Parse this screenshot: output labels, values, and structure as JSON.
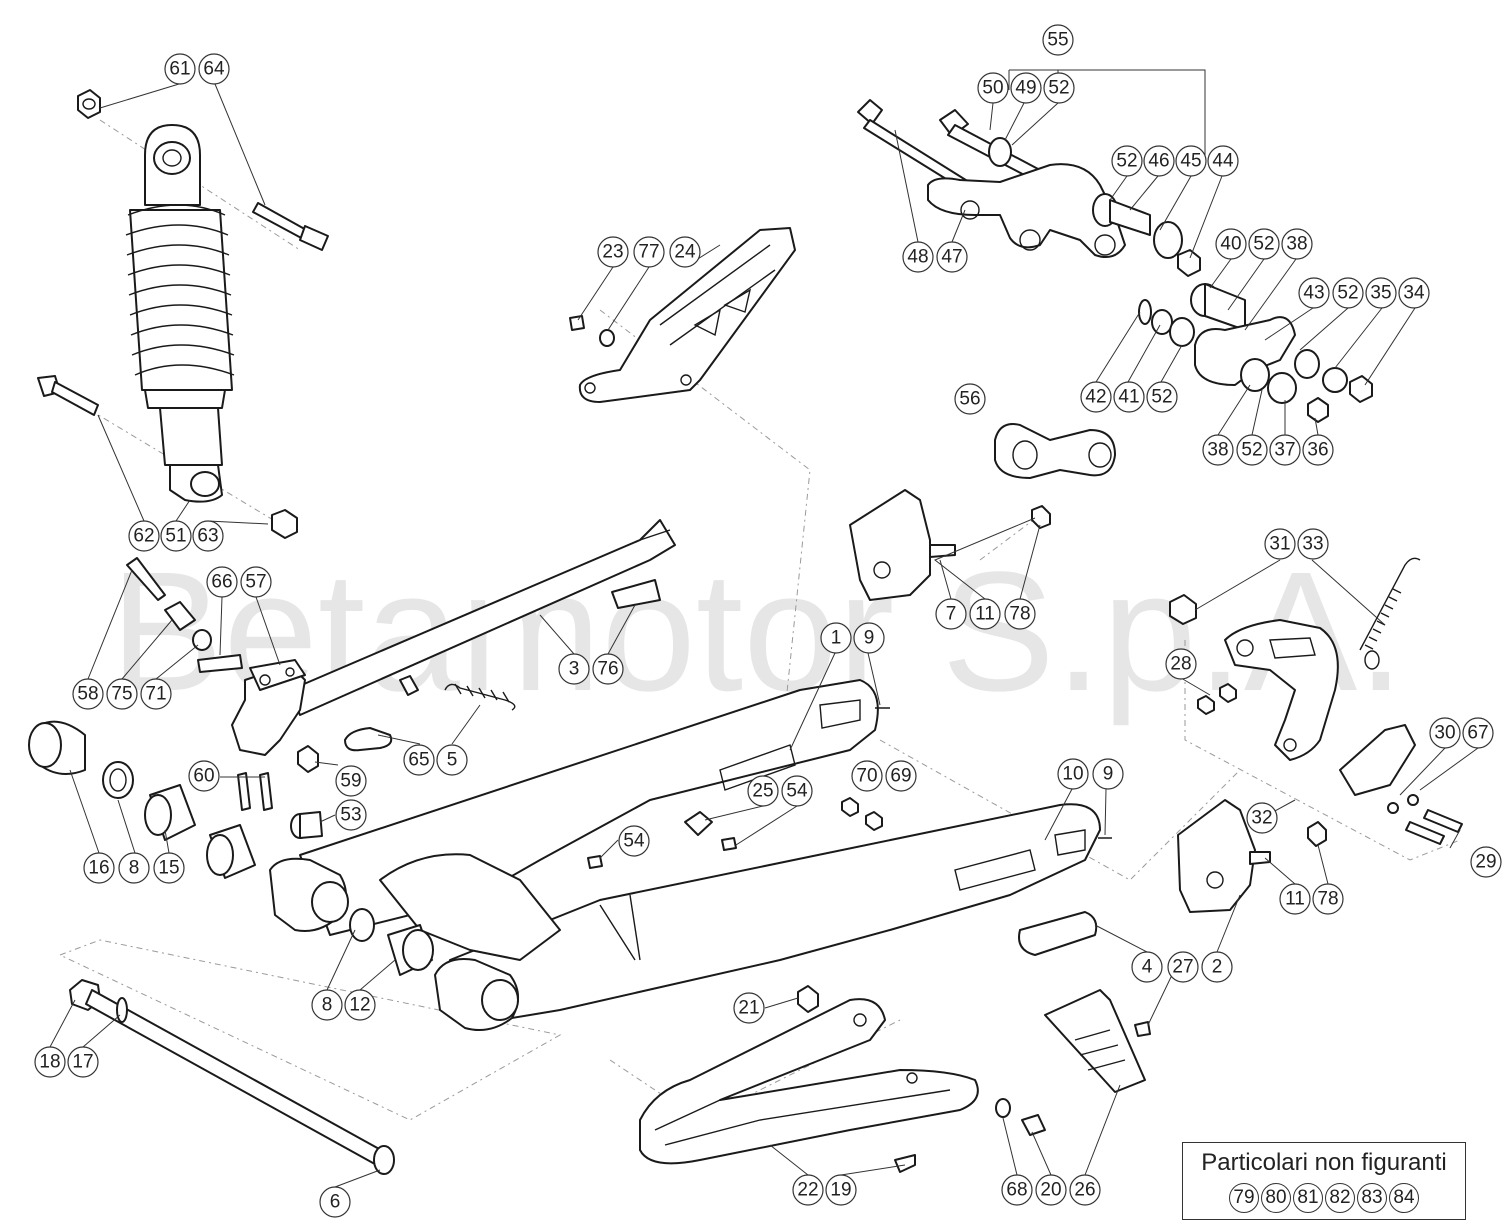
{
  "watermark": "Betamotor S.p.A.",
  "legend": {
    "title": "Particolari non figuranti",
    "items": [
      "79",
      "80",
      "81",
      "82",
      "83",
      "84"
    ]
  },
  "callouts": [
    {
      "id": "c55",
      "label": "55"
    },
    {
      "id": "c50",
      "label": "50"
    },
    {
      "id": "c49",
      "label": "49"
    },
    {
      "id": "c52a",
      "label": "52"
    },
    {
      "id": "c52b",
      "label": "52"
    },
    {
      "id": "c46",
      "label": "46"
    },
    {
      "id": "c45",
      "label": "45"
    },
    {
      "id": "c44",
      "label": "44"
    },
    {
      "id": "c48",
      "label": "48"
    },
    {
      "id": "c47",
      "label": "47"
    },
    {
      "id": "c40",
      "label": "40"
    },
    {
      "id": "c52c",
      "label": "52"
    },
    {
      "id": "c38a",
      "label": "38"
    },
    {
      "id": "c43",
      "label": "43"
    },
    {
      "id": "c52d",
      "label": "52"
    },
    {
      "id": "c35",
      "label": "35"
    },
    {
      "id": "c34",
      "label": "34"
    },
    {
      "id": "c42",
      "label": "42"
    },
    {
      "id": "c41",
      "label": "41"
    },
    {
      "id": "c52e",
      "label": "52"
    },
    {
      "id": "c38b",
      "label": "38"
    },
    {
      "id": "c52f",
      "label": "52"
    },
    {
      "id": "c37",
      "label": "37"
    },
    {
      "id": "c36",
      "label": "36"
    },
    {
      "id": "c56",
      "label": "56"
    },
    {
      "id": "c61",
      "label": "61"
    },
    {
      "id": "c64",
      "label": "64"
    },
    {
      "id": "c62",
      "label": "62"
    },
    {
      "id": "c51",
      "label": "51"
    },
    {
      "id": "c63",
      "label": "63"
    },
    {
      "id": "c23",
      "label": "23"
    },
    {
      "id": "c77",
      "label": "77"
    },
    {
      "id": "c24",
      "label": "24"
    },
    {
      "id": "c66",
      "label": "66"
    },
    {
      "id": "c57",
      "label": "57"
    },
    {
      "id": "c58",
      "label": "58"
    },
    {
      "id": "c75",
      "label": "75"
    },
    {
      "id": "c71",
      "label": "71"
    },
    {
      "id": "c3",
      "label": "3"
    },
    {
      "id": "c76",
      "label": "76"
    },
    {
      "id": "c7",
      "label": "7"
    },
    {
      "id": "c11a",
      "label": "11"
    },
    {
      "id": "c78a",
      "label": "78"
    },
    {
      "id": "c31",
      "label": "31"
    },
    {
      "id": "c33",
      "label": "33"
    },
    {
      "id": "c28",
      "label": "28"
    },
    {
      "id": "c1",
      "label": "1"
    },
    {
      "id": "c9a",
      "label": "9"
    },
    {
      "id": "c65",
      "label": "65"
    },
    {
      "id": "c5",
      "label": "5"
    },
    {
      "id": "c60",
      "label": "60"
    },
    {
      "id": "c59",
      "label": "59"
    },
    {
      "id": "c53",
      "label": "53"
    },
    {
      "id": "c70",
      "label": "70"
    },
    {
      "id": "c69",
      "label": "69"
    },
    {
      "id": "c25",
      "label": "25"
    },
    {
      "id": "c54a",
      "label": "54"
    },
    {
      "id": "c54b",
      "label": "54"
    },
    {
      "id": "c10",
      "label": "10"
    },
    {
      "id": "c9b",
      "label": "9"
    },
    {
      "id": "c30",
      "label": "30"
    },
    {
      "id": "c67",
      "label": "67"
    },
    {
      "id": "c32",
      "label": "32"
    },
    {
      "id": "c29",
      "label": "29"
    },
    {
      "id": "c11b",
      "label": "11"
    },
    {
      "id": "c78b",
      "label": "78"
    },
    {
      "id": "c16",
      "label": "16"
    },
    {
      "id": "c8a",
      "label": "8"
    },
    {
      "id": "c15",
      "label": "15"
    },
    {
      "id": "c4",
      "label": "4"
    },
    {
      "id": "c27",
      "label": "27"
    },
    {
      "id": "c2",
      "label": "2"
    },
    {
      "id": "c8b",
      "label": "8"
    },
    {
      "id": "c12",
      "label": "12"
    },
    {
      "id": "c21",
      "label": "21"
    },
    {
      "id": "c18",
      "label": "18"
    },
    {
      "id": "c17",
      "label": "17"
    },
    {
      "id": "c22",
      "label": "22"
    },
    {
      "id": "c19",
      "label": "19"
    },
    {
      "id": "c68",
      "label": "68"
    },
    {
      "id": "c20",
      "label": "20"
    },
    {
      "id": "c26",
      "label": "26"
    },
    {
      "id": "c6",
      "label": "6"
    }
  ]
}
